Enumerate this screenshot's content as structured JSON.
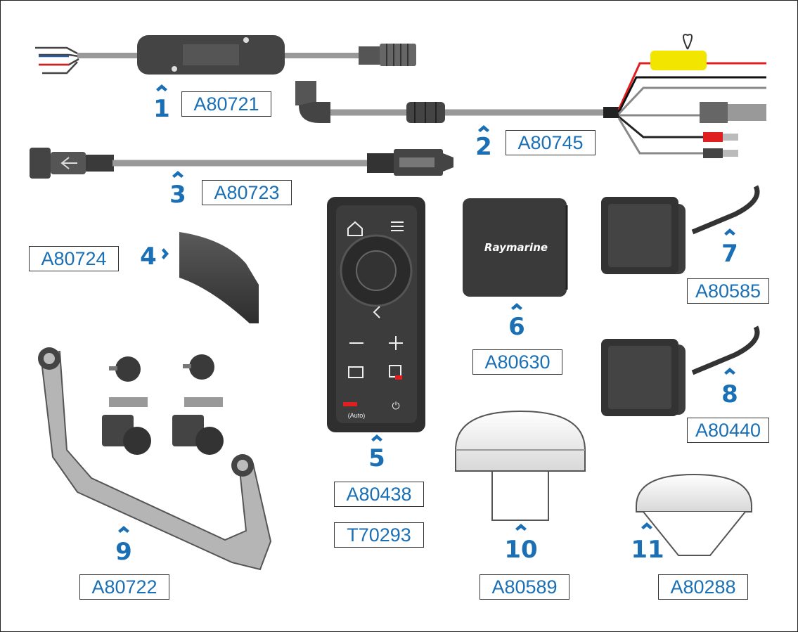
{
  "brand": {
    "logo_text": "Raymarine"
  },
  "remote_labels": {
    "auto_small": "(Auto)"
  },
  "colors": {
    "accent": "#1a6fb5",
    "device_dark": "#3a3a3a",
    "cable": "#9b9b9b",
    "red": "#e02020",
    "yellow": "#f2e500"
  },
  "items": [
    {
      "number": "1",
      "code": "A80721"
    },
    {
      "number": "2",
      "code": "A80745"
    },
    {
      "number": "3",
      "code": "A80723"
    },
    {
      "number": "4",
      "code": "A80724"
    },
    {
      "number": "5",
      "code": "A80438",
      "code2": "T70293"
    },
    {
      "number": "6",
      "code": "A80630"
    },
    {
      "number": "7",
      "code": "A80585"
    },
    {
      "number": "8",
      "code": "A80440"
    },
    {
      "number": "9",
      "code": "A80722"
    },
    {
      "number": "10",
      "code": "A80589"
    },
    {
      "number": "11",
      "code": "A80288"
    }
  ]
}
